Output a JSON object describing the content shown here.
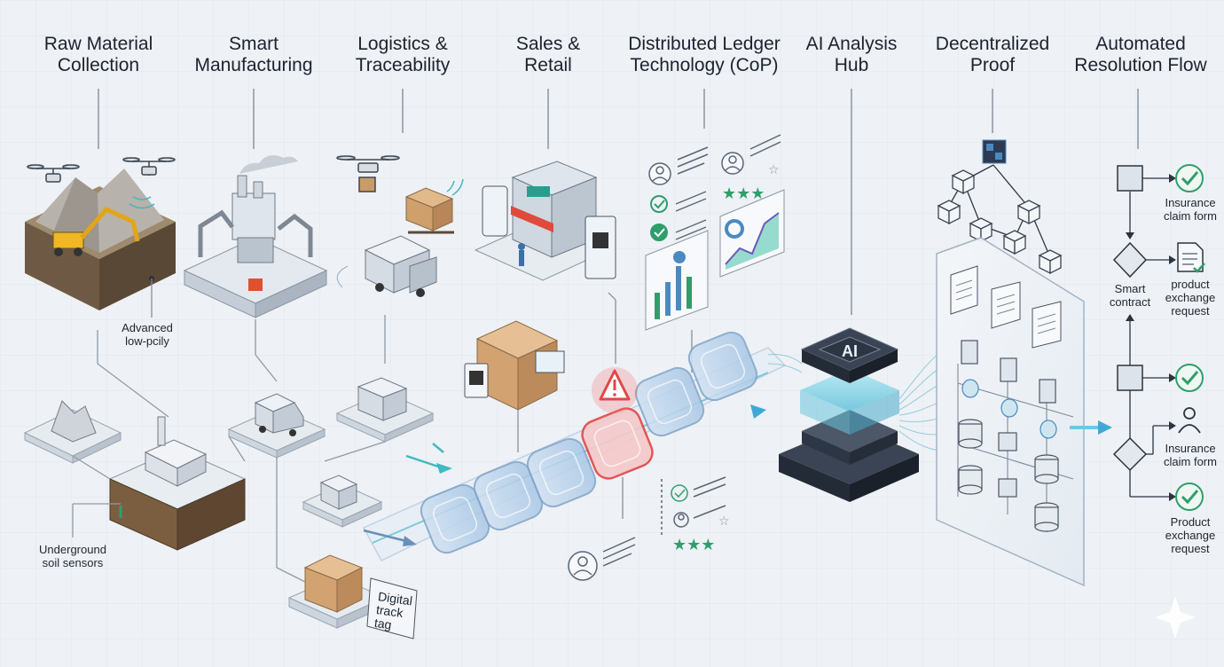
{
  "headers": {
    "raw_material": "Raw Material Collection",
    "smart_manufacturing": "Smart Manufacturing",
    "logistics": "Logistics & Traceability",
    "sales": "Sales & Retail",
    "ledger": "Distributed Ledger Technology (CoP)",
    "ai_hub": "AI Analysis Hub",
    "decentralized": "Decentralized Proof",
    "resolution": "Automated Resolution Flow"
  },
  "annotations": {
    "advanced_low_poly": "Advanced low-pcily",
    "soil_sensors": "Underground soil sensors",
    "digital_tag": "Digital track tag",
    "ai_chip": "AI"
  },
  "resolution_flow": {
    "insurance_claim_1": "Insurance claim form",
    "product_exchange_1": "product exchange request",
    "smart_contract": "Smart contract",
    "insurance_claim_2": "Insurance claim form",
    "product_exchange_2": "Product exchange request"
  },
  "colors": {
    "accent_teal": "#3fb9c2",
    "alert_red": "#e24646",
    "check_green": "#2f9e6b",
    "chain_blue": "#8fb6dc",
    "ai_dark": "#2a3443"
  }
}
